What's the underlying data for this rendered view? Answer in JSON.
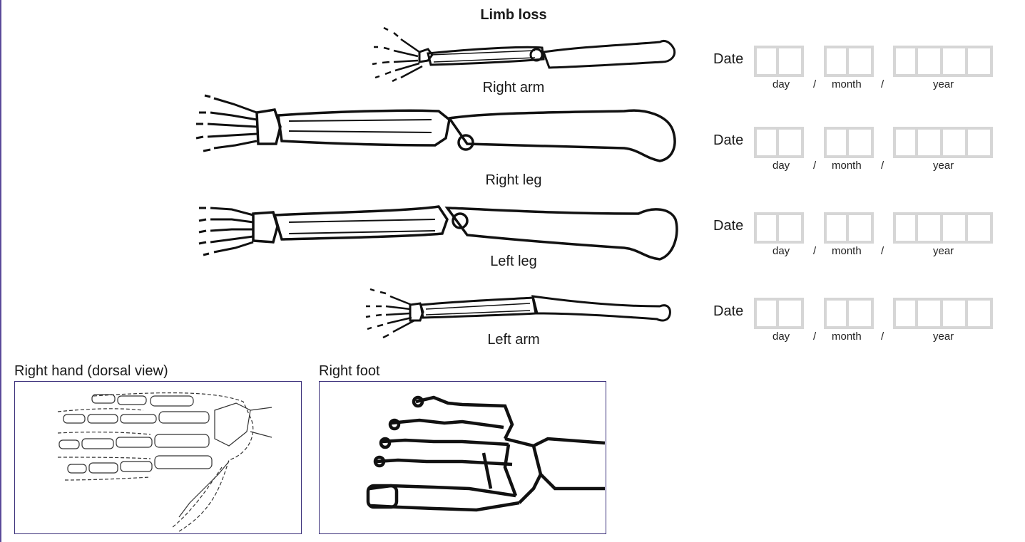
{
  "title": "Limb loss",
  "limbs": [
    {
      "label": "Right arm",
      "date_label": "Date"
    },
    {
      "label": "Right leg",
      "date_label": "Date"
    },
    {
      "label": "Left leg",
      "date_label": "Date"
    },
    {
      "label": "Left arm",
      "date_label": "Date"
    }
  ],
  "date_fields": {
    "day": "day",
    "month": "month",
    "year": "year",
    "separator": "/"
  },
  "panels": {
    "hand": {
      "label": "Right hand (dorsal view)"
    },
    "foot": {
      "label": "Right foot"
    }
  }
}
